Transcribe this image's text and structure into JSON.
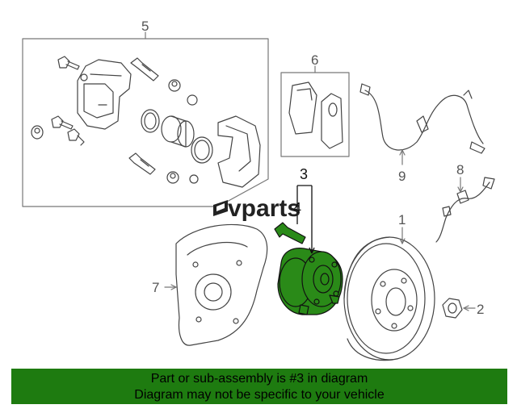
{
  "callouts": {
    "c1": "1",
    "c2": "2",
    "c3": "3",
    "c4": "4",
    "c5": "5",
    "c6": "6",
    "c7": "7",
    "c8": "8",
    "c9": "9"
  },
  "watermark": {
    "prefix": "vparts"
  },
  "highlight_color": "#2a8a18",
  "banner": {
    "line1": "Part or sub-assembly is #3 in diagram",
    "line2": "Diagram may not be specific to your vehicle",
    "background": "#1e7b10"
  }
}
